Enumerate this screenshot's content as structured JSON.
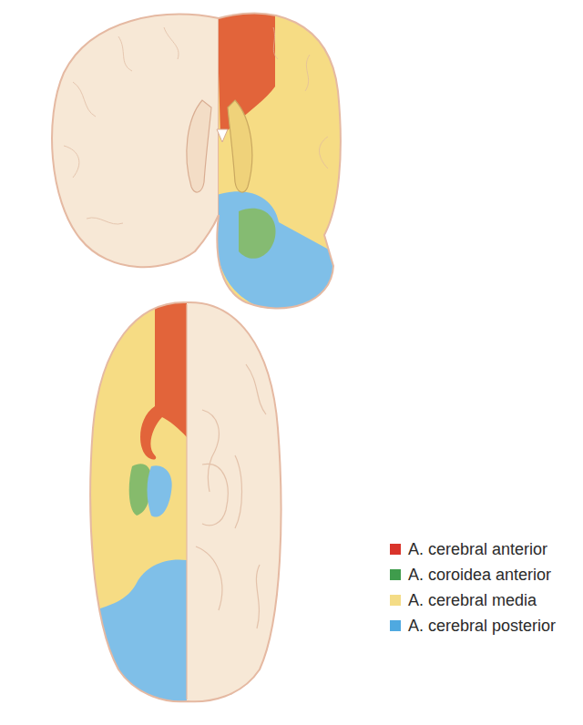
{
  "diagram": {
    "legend": [
      {
        "text": "A. cerebral anterior",
        "color": "#d9342b"
      },
      {
        "text": "A. coroidea anterior",
        "color": "#3f9c4c"
      },
      {
        "text": "A. cerebral media",
        "color": "#f4dc86"
      },
      {
        "text": "A. cerebral posterior",
        "color": "#4fa9e0"
      }
    ]
  }
}
